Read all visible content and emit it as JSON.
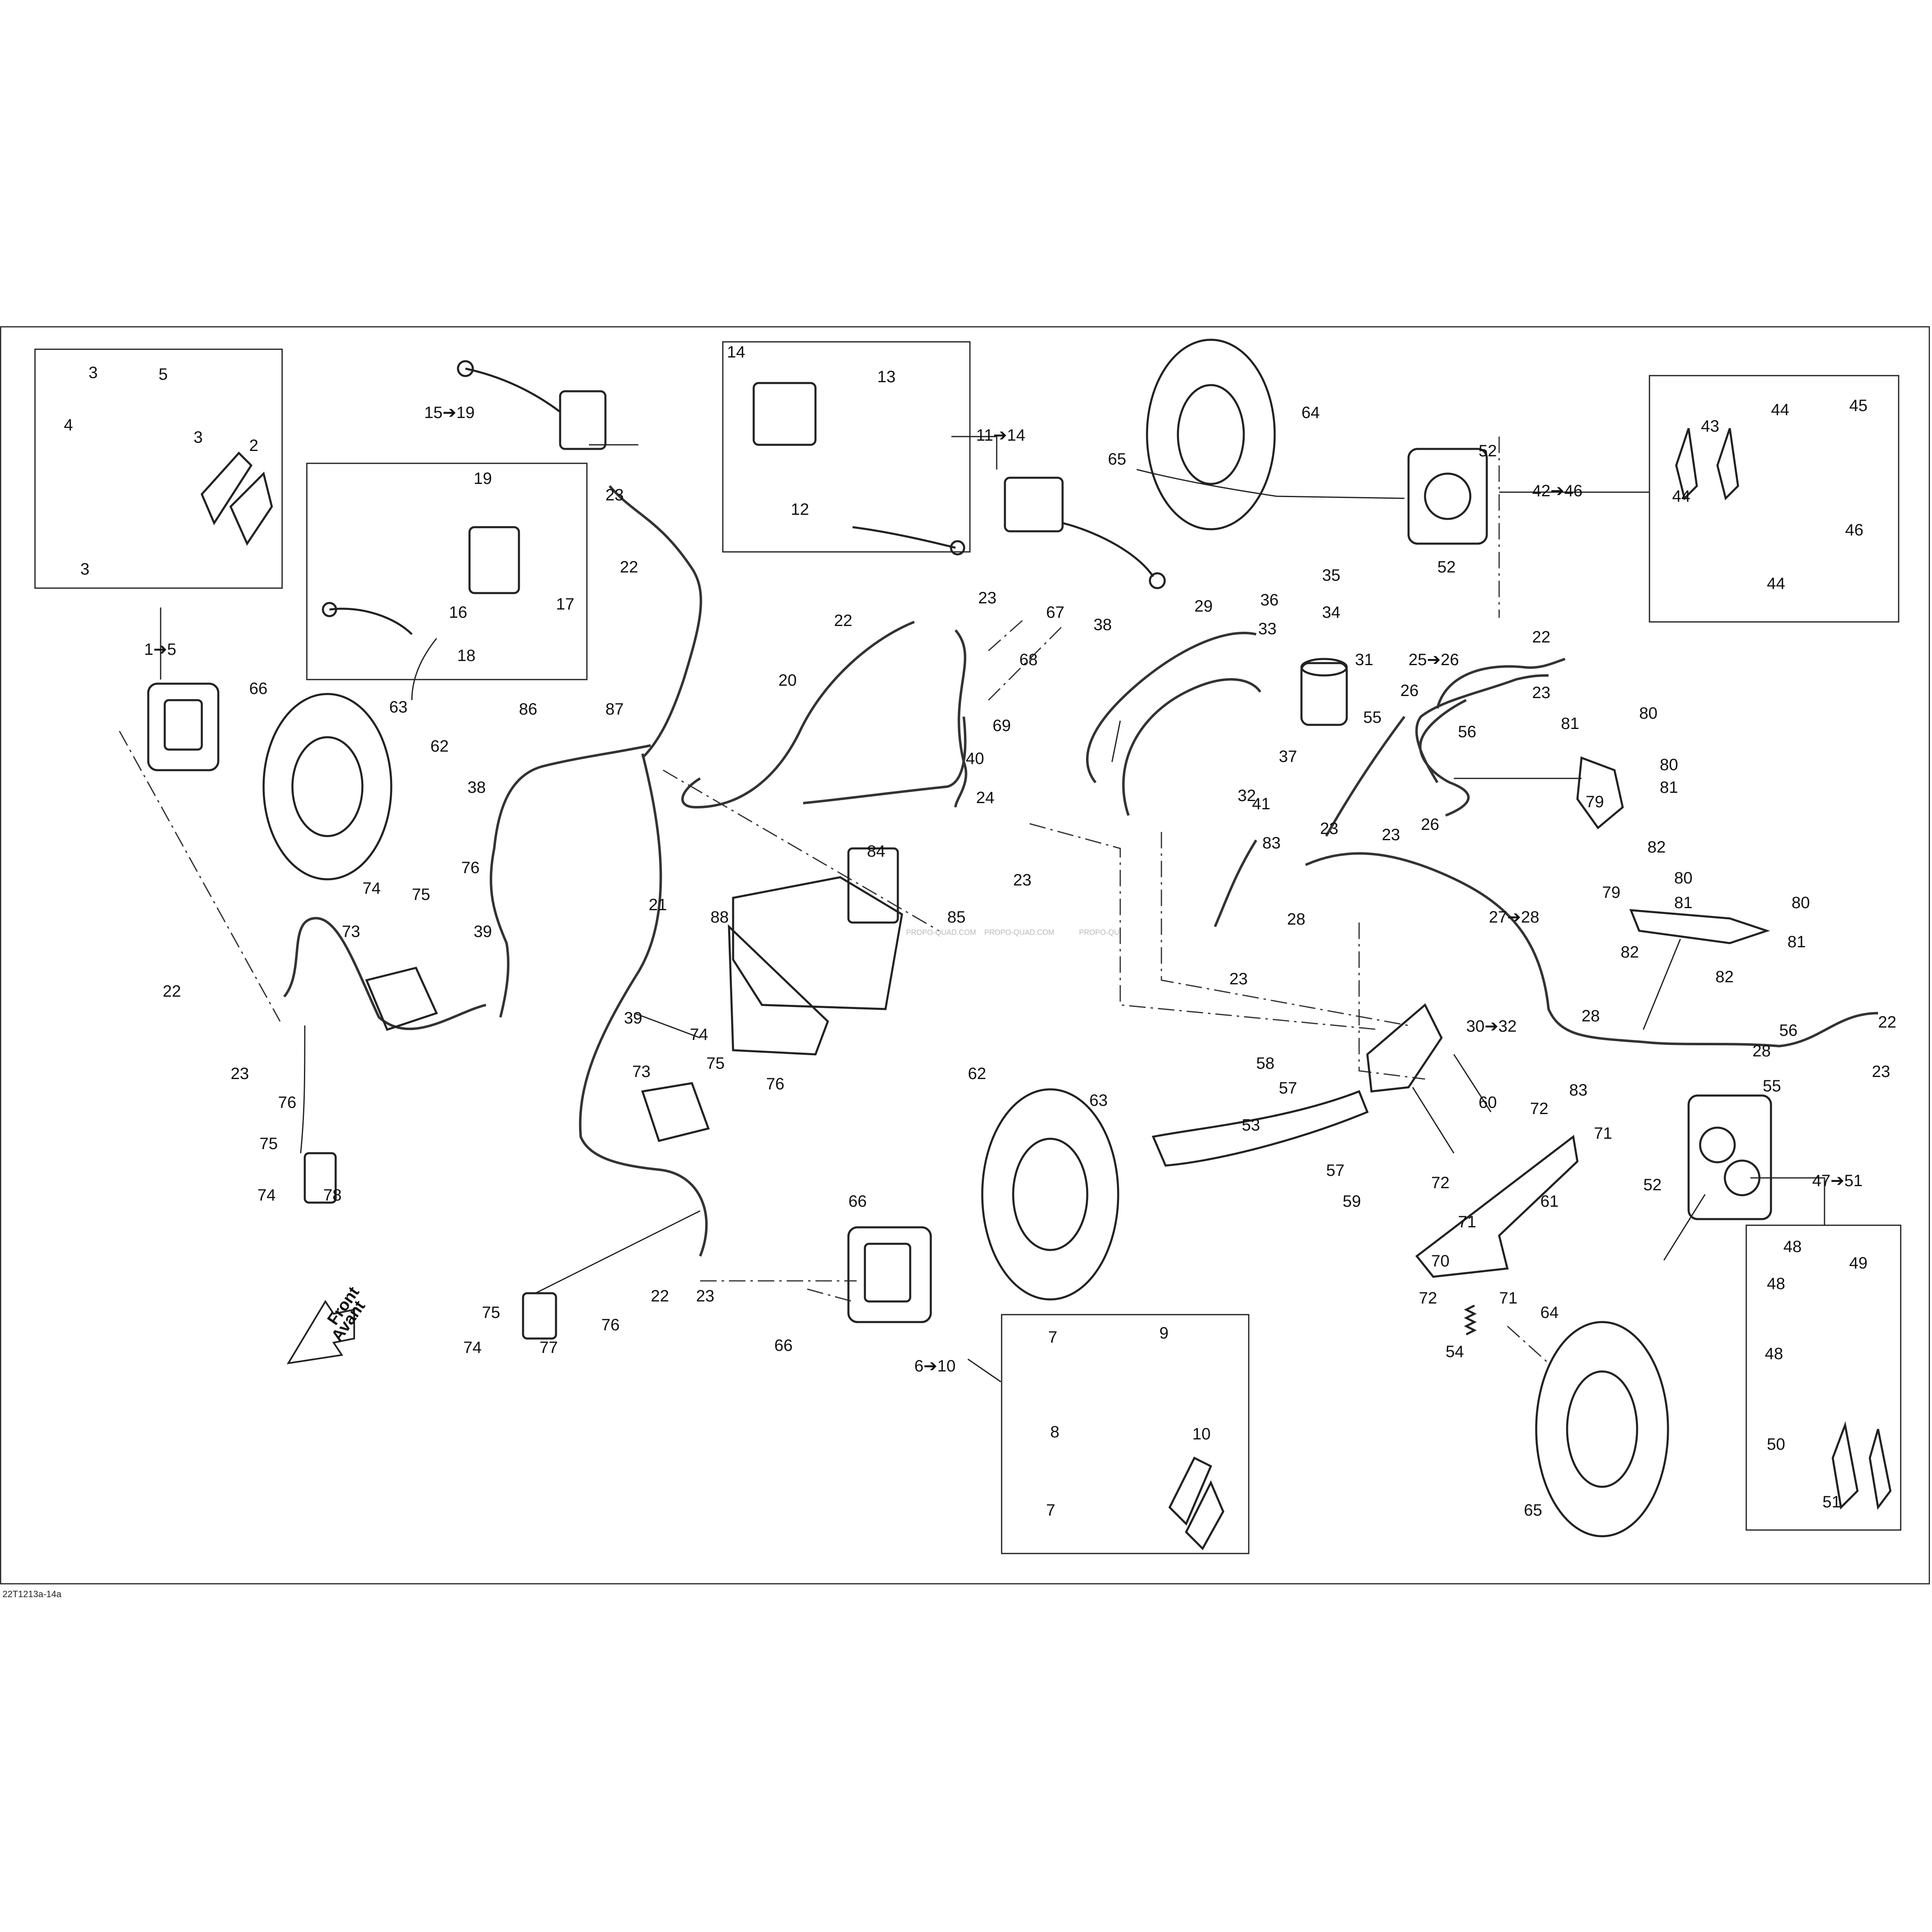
{
  "drawing_code": "22T1213a-14a",
  "direction_label": {
    "line1": "Front",
    "line2": "Avant"
  },
  "watermarks": [
    "PROPO-QUAD.COM",
    "PROPO-QUAD.COM",
    "PROPO-QU"
  ],
  "callouts": [
    {
      "id": "c3a",
      "text": "3"
    },
    {
      "id": "c5",
      "text": "5"
    },
    {
      "id": "c4",
      "text": "4"
    },
    {
      "id": "c3b",
      "text": "3"
    },
    {
      "id": "c2",
      "text": "2"
    },
    {
      "id": "c3c",
      "text": "3"
    },
    {
      "id": "c1to5",
      "text": "1➔5"
    },
    {
      "id": "c15to19",
      "text": "15➔19"
    },
    {
      "id": "c19",
      "text": "19"
    },
    {
      "id": "c16",
      "text": "16"
    },
    {
      "id": "c17",
      "text": "17"
    },
    {
      "id": "c18",
      "text": "18"
    },
    {
      "id": "c23a",
      "text": "23"
    },
    {
      "id": "c22a",
      "text": "22"
    },
    {
      "id": "c14",
      "text": "14"
    },
    {
      "id": "c13",
      "text": "13"
    },
    {
      "id": "c12",
      "text": "12"
    },
    {
      "id": "c11to14",
      "text": "11➔14"
    },
    {
      "id": "c65a",
      "text": "65"
    },
    {
      "id": "c64a",
      "text": "64"
    },
    {
      "id": "c52a",
      "text": "52"
    },
    {
      "id": "c42to46",
      "text": "42➔46"
    },
    {
      "id": "c52b",
      "text": "52"
    },
    {
      "id": "c43",
      "text": "43"
    },
    {
      "id": "c44a",
      "text": "44"
    },
    {
      "id": "c45",
      "text": "45"
    },
    {
      "id": "c44b",
      "text": "44"
    },
    {
      "id": "c46",
      "text": "46"
    },
    {
      "id": "c44c",
      "text": "44"
    },
    {
      "id": "c66a",
      "text": "66"
    },
    {
      "id": "c63a",
      "text": "63"
    },
    {
      "id": "c62a",
      "text": "62"
    },
    {
      "id": "c86",
      "text": "86"
    },
    {
      "id": "c87",
      "text": "87"
    },
    {
      "id": "c22b",
      "text": "22"
    },
    {
      "id": "c23b",
      "text": "23"
    },
    {
      "id": "c20",
      "text": "20"
    },
    {
      "id": "c67",
      "text": "67"
    },
    {
      "id": "c38a",
      "text": "38"
    },
    {
      "id": "c68",
      "text": "68"
    },
    {
      "id": "c69",
      "text": "69"
    },
    {
      "id": "c40",
      "text": "40"
    },
    {
      "id": "c24",
      "text": "24"
    },
    {
      "id": "c23c",
      "text": "23"
    },
    {
      "id": "c29",
      "text": "29"
    },
    {
      "id": "c35",
      "text": "35"
    },
    {
      "id": "c36",
      "text": "36"
    },
    {
      "id": "c34",
      "text": "34"
    },
    {
      "id": "c33",
      "text": "33"
    },
    {
      "id": "c31",
      "text": "31"
    },
    {
      "id": "c37",
      "text": "37"
    },
    {
      "id": "c32a",
      "text": "32"
    },
    {
      "id": "c25to26",
      "text": "25➔26"
    },
    {
      "id": "c22c",
      "text": "22"
    },
    {
      "id": "c26a",
      "text": "26"
    },
    {
      "id": "c55a",
      "text": "55"
    },
    {
      "id": "c56a",
      "text": "56"
    },
    {
      "id": "c23d",
      "text": "23"
    },
    {
      "id": "c26b",
      "text": "26"
    },
    {
      "id": "c81a",
      "text": "81"
    },
    {
      "id": "c80a",
      "text": "80"
    },
    {
      "id": "c80b",
      "text": "80"
    },
    {
      "id": "c81b",
      "text": "81"
    },
    {
      "id": "c79a",
      "text": "79"
    },
    {
      "id": "c82a",
      "text": "82"
    },
    {
      "id": "c38b",
      "text": "38"
    },
    {
      "id": "c76a",
      "text": "76"
    },
    {
      "id": "c74a",
      "text": "74"
    },
    {
      "id": "c75a",
      "text": "75"
    },
    {
      "id": "c73a",
      "text": "73"
    },
    {
      "id": "c39a",
      "text": "39"
    },
    {
      "id": "c22d",
      "text": "22"
    },
    {
      "id": "c23e",
      "text": "23"
    },
    {
      "id": "c84",
      "text": "84"
    },
    {
      "id": "c85",
      "text": "85"
    },
    {
      "id": "c88",
      "text": "88"
    },
    {
      "id": "c21",
      "text": "21"
    },
    {
      "id": "c39b",
      "text": "39"
    },
    {
      "id": "c41",
      "text": "41"
    },
    {
      "id": "c83a",
      "text": "83"
    },
    {
      "id": "c23f",
      "text": "23"
    },
    {
      "id": "c23g",
      "text": "23"
    },
    {
      "id": "c28a",
      "text": "28"
    },
    {
      "id": "c23h",
      "text": "23"
    },
    {
      "id": "c27to28",
      "text": "27➔28"
    },
    {
      "id": "c79b",
      "text": "79"
    },
    {
      "id": "c80c",
      "text": "80"
    },
    {
      "id": "c81c",
      "text": "81"
    },
    {
      "id": "c80d",
      "text": "80"
    },
    {
      "id": "c82b",
      "text": "82"
    },
    {
      "id": "c81d",
      "text": "81"
    },
    {
      "id": "c82c",
      "text": "82"
    },
    {
      "id": "c30to32",
      "text": "30➔32"
    },
    {
      "id": "c28b",
      "text": "28"
    },
    {
      "id": "c56b",
      "text": "56"
    },
    {
      "id": "c22e",
      "text": "22"
    },
    {
      "id": "c28c",
      "text": "28"
    },
    {
      "id": "c23i",
      "text": "23"
    },
    {
      "id": "c83b",
      "text": "83"
    },
    {
      "id": "c55b",
      "text": "55"
    },
    {
      "id": "c74b",
      "text": "74"
    },
    {
      "id": "c75b",
      "text": "75"
    },
    {
      "id": "c76b",
      "text": "76"
    },
    {
      "id": "c73b",
      "text": "73"
    },
    {
      "id": "c76c",
      "text": "76"
    },
    {
      "id": "c75c",
      "text": "75"
    },
    {
      "id": "c74c",
      "text": "74"
    },
    {
      "id": "c78",
      "text": "78"
    },
    {
      "id": "c62b",
      "text": "62"
    },
    {
      "id": "c63b",
      "text": "63"
    },
    {
      "id": "c58",
      "text": "58"
    },
    {
      "id": "c57a",
      "text": "57"
    },
    {
      "id": "c53",
      "text": "53"
    },
    {
      "id": "c57b",
      "text": "57"
    },
    {
      "id": "c59",
      "text": "59"
    },
    {
      "id": "c60",
      "text": "60"
    },
    {
      "id": "c72a",
      "text": "72"
    },
    {
      "id": "c71a",
      "text": "71"
    },
    {
      "id": "c72b",
      "text": "72"
    },
    {
      "id": "c71b",
      "text": "71"
    },
    {
      "id": "c61",
      "text": "61"
    },
    {
      "id": "c70",
      "text": "70"
    },
    {
      "id": "c72c",
      "text": "72"
    },
    {
      "id": "c71c",
      "text": "71"
    },
    {
      "id": "c54",
      "text": "54"
    },
    {
      "id": "c64b",
      "text": "64"
    },
    {
      "id": "c65b",
      "text": "65"
    },
    {
      "id": "c52c",
      "text": "52"
    },
    {
      "id": "c47to51",
      "text": "47➔51"
    },
    {
      "id": "c48a",
      "text": "48"
    },
    {
      "id": "c49",
      "text": "49"
    },
    {
      "id": "c48b",
      "text": "48"
    },
    {
      "id": "c48c",
      "text": "48"
    },
    {
      "id": "c50",
      "text": "50"
    },
    {
      "id": "c51",
      "text": "51"
    },
    {
      "id": "c66b",
      "text": "66"
    },
    {
      "id": "c22f",
      "text": "22"
    },
    {
      "id": "c23j",
      "text": "23"
    },
    {
      "id": "c66c",
      "text": "66"
    },
    {
      "id": "c6to10",
      "text": "6➔10"
    },
    {
      "id": "c75d",
      "text": "75"
    },
    {
      "id": "c74d",
      "text": "74"
    },
    {
      "id": "c77",
      "text": "77"
    },
    {
      "id": "c76d",
      "text": "76"
    },
    {
      "id": "c7a",
      "text": "7"
    },
    {
      "id": "c9",
      "text": "9"
    },
    {
      "id": "c8",
      "text": "8"
    },
    {
      "id": "c10",
      "text": "10"
    },
    {
      "id": "c7b",
      "text": "7"
    }
  ]
}
